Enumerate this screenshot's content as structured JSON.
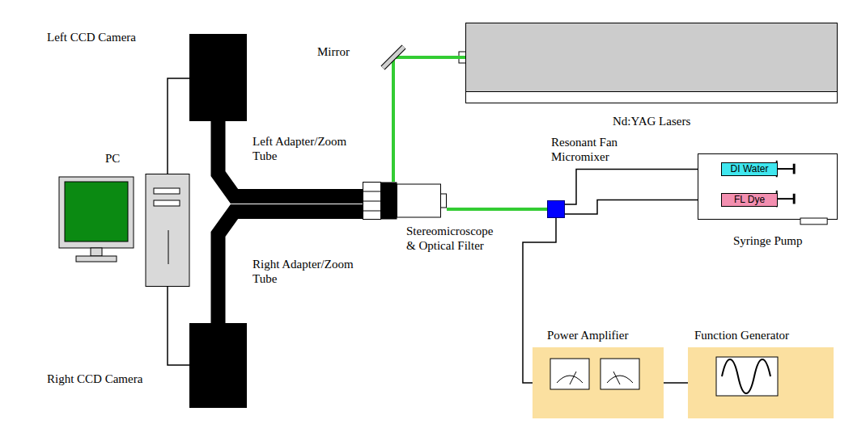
{
  "diagram": {
    "nodes": [
      {
        "text": [
          "PC"
        ]
      },
      {
        "text": [
          "Left CCD Camera"
        ]
      },
      {
        "text": [
          "Right CCD Camera"
        ]
      },
      {
        "text": [
          "Stereomicroscope & Optical Filter"
        ]
      },
      {
        "text": [
          "Mirror"
        ]
      },
      {
        "text": [
          "Nd:YAG Lasers"
        ]
      },
      {
        "text": [
          "Resonant Fan Micromixer"
        ]
      },
      {
        "text": [
          "Syringe Pump"
        ]
      },
      {
        "text": [
          "DI Water"
        ],
        "in": 7
      },
      {
        "text": [
          "FL Dye"
        ],
        "in": 7
      },
      {
        "text": [
          "Power Amplifier"
        ]
      },
      {
        "text": [
          "Function Generator"
        ]
      }
    ],
    "edges": [
      {
        "from": 0,
        "to": 1,
        "arrow": "none"
      },
      {
        "from": 0,
        "to": 2,
        "arrow": "none"
      },
      {
        "from": 1,
        "to": 3,
        "arrow": "none"
      },
      {
        "from": 2,
        "to": 3,
        "arrow": "none"
      },
      {
        "from": 5,
        "to": 4,
        "arrow": "none"
      },
      {
        "from": 4,
        "to": 3,
        "arrow": "none"
      },
      {
        "from": 3,
        "to": 6,
        "arrow": "none"
      },
      {
        "from": 6,
        "to": 8,
        "arrow": "none"
      },
      {
        "from": 6,
        "to": 9,
        "arrow": "none"
      },
      {
        "from": 6,
        "to": 10,
        "arrow": "none"
      },
      {
        "from": 10,
        "to": 11,
        "arrow": "none"
      }
    ],
    "labels": [
      "Left Adapter/Zoom Tube",
      "Right Adapter/Zoom Tube"
    ]
  }
}
